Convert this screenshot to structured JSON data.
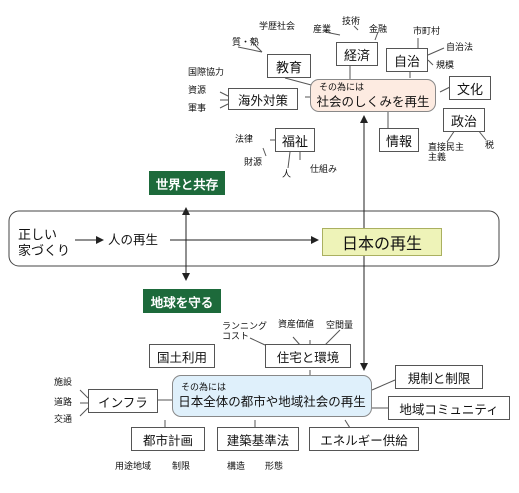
{
  "top_center": {
    "pre": "その為には",
    "main": "社会のしくみを再生"
  },
  "top_boxes": {
    "kyoiku": "教育",
    "keizai": "経済",
    "jichi": "自治",
    "bunka": "文化",
    "seiji": "政治",
    "kaigai": "海外対策",
    "fukushi": "福祉",
    "joho": "情報"
  },
  "top_labels": {
    "gakureki": "学歴社会",
    "shitsu": "質・熟",
    "sangyo": "産業",
    "gijutsu": "技術",
    "kinyu": "金融",
    "choson": "市町村",
    "jichiho": "自治法",
    "kibo": "規模",
    "kokusai": "国際協力",
    "shigen": "資源",
    "gunji": "軍事",
    "horitsu": "法律",
    "zaigen": "財源",
    "hito": "人",
    "shikumi": "仕組み",
    "chokusetsu": "直接民主\n主義",
    "zei": "税"
  },
  "middle": {
    "left_line1": "正しい",
    "left_line2": "家づくり",
    "hito_saisei": "人の再生",
    "nihon": "日本の再生",
    "sekai": "世界と共存",
    "chikyu": "地球を守る"
  },
  "bottom_center": {
    "pre": "その為には",
    "main": "日本全体の都市や地域社会の再生"
  },
  "bottom_boxes": {
    "kokudo": "国土利用",
    "jutaku": "住宅と環境",
    "infura": "インフラ",
    "kisei": "規制と制限",
    "chiiki": "地域コミュニティ",
    "toshi": "都市計画",
    "kenchiku": "建築基準法",
    "energy": "エネルギー供給"
  },
  "bottom_labels": {
    "running": "ランニング\nコスト",
    "shisan": "資産価値",
    "kukan": "空間量",
    "shisetsu": "施設",
    "doro": "道路",
    "kotsu": "交通",
    "yoto": "用途地域",
    "seigen": "制限",
    "kozo": "構造",
    "keitai": "形態"
  },
  "colors": {
    "green": "#1d6a3b",
    "top_center_fill": "#fdebe1",
    "bottom_center_fill": "#dff0fb",
    "nihon_fill": "#eef3b8"
  }
}
